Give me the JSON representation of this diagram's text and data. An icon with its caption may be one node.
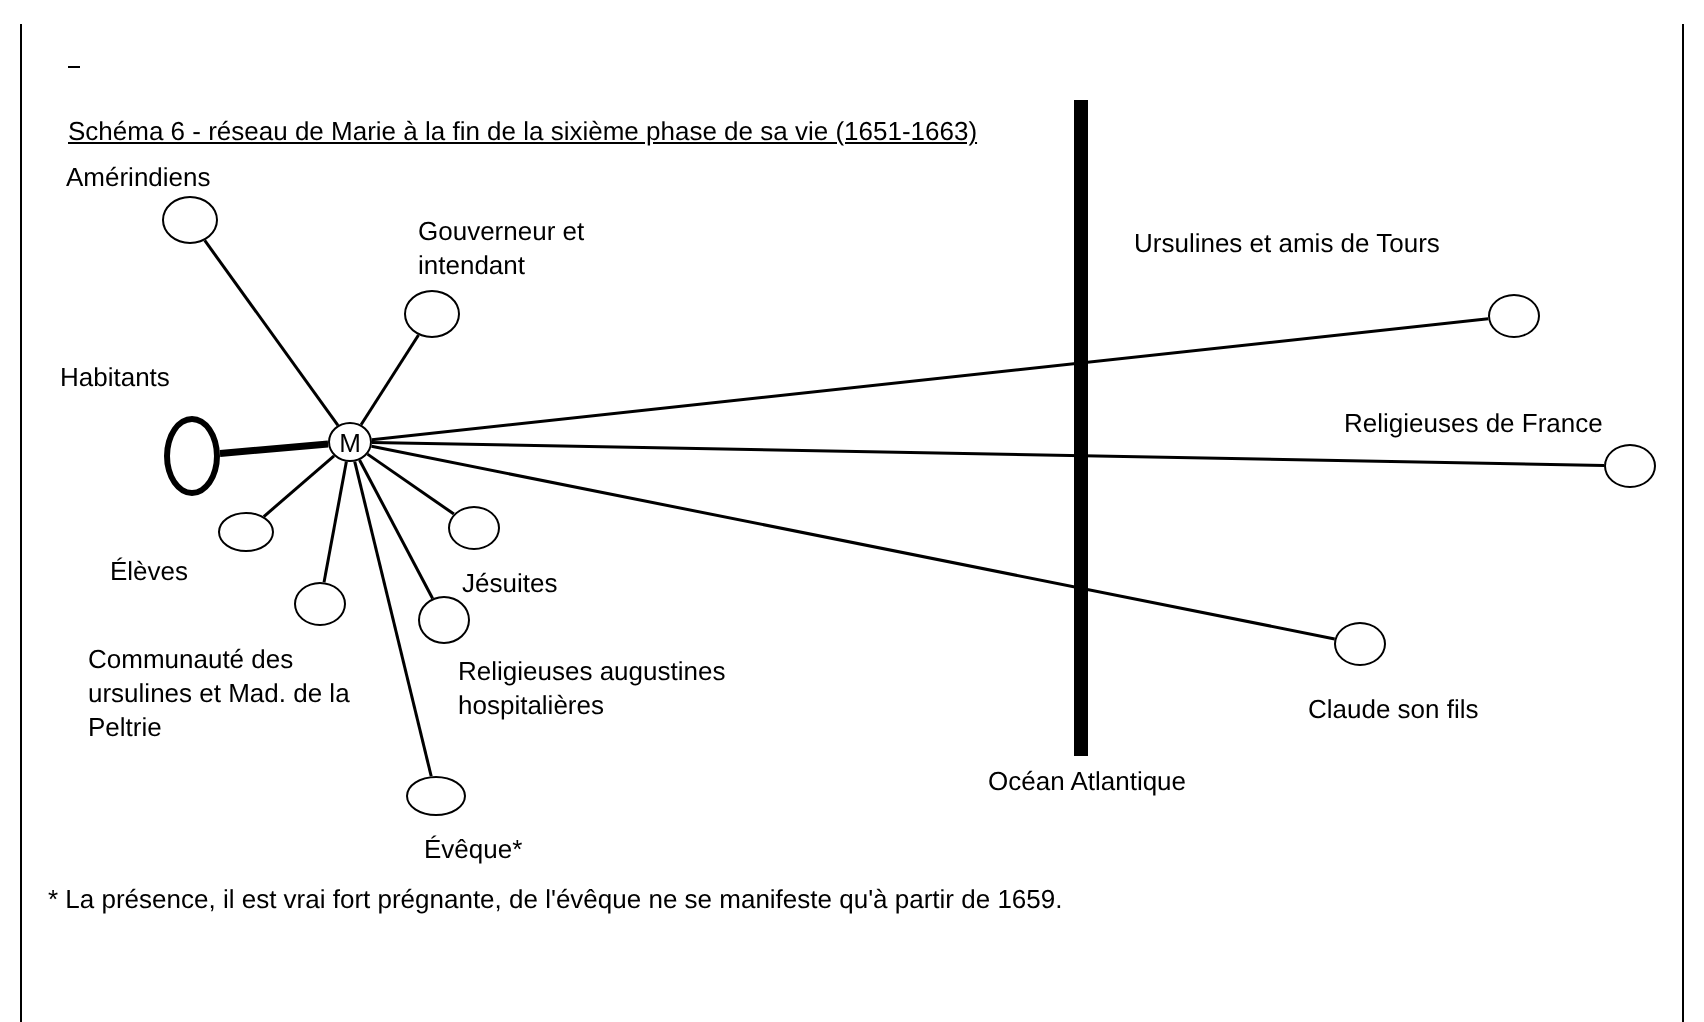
{
  "diagram": {
    "title": "Schéma 6 - réseau de Marie à la fin de la sixième phase de sa vie (1651-1663)",
    "nodes": [
      {
        "text": [
          "M"
        ]
      },
      {
        "text": [
          "Amérindiens"
        ]
      },
      {
        "text": [
          "Gouverneur et intendant"
        ]
      },
      {
        "text": [
          "Habitants"
        ]
      },
      {
        "text": [
          "Élèves"
        ]
      },
      {
        "text": [
          "Communauté des ursulines et Mad. de la Peltrie"
        ]
      },
      {
        "text": [
          "Jésuites"
        ]
      },
      {
        "text": [
          "Religieuses augustines hospitalières"
        ]
      },
      {
        "text": [
          "Évêque*"
        ]
      },
      {
        "text": [
          "Ursulines et amis de Tours"
        ]
      },
      {
        "text": [
          "Religieuses de France"
        ]
      },
      {
        "text": [
          "Claude son fils"
        ]
      }
    ],
    "edges": [
      {
        "from": 0,
        "to": 1,
        "arrow": "none"
      },
      {
        "from": 0,
        "to": 2,
        "arrow": "none"
      },
      {
        "from": 0,
        "to": 3,
        "arrow": "none",
        "style": "thick"
      },
      {
        "from": 0,
        "to": 4,
        "arrow": "none"
      },
      {
        "from": 0,
        "to": 5,
        "arrow": "none"
      },
      {
        "from": 0,
        "to": 6,
        "arrow": "none"
      },
      {
        "from": 0,
        "to": 7,
        "arrow": "none"
      },
      {
        "from": 0,
        "to": 8,
        "arrow": "none"
      },
      {
        "from": 0,
        "to": 9,
        "arrow": "none"
      },
      {
        "from": 0,
        "to": 10,
        "arrow": "none"
      },
      {
        "from": 0,
        "to": 11,
        "arrow": "none"
      }
    ],
    "labels": [
      "Océan Atlantique",
      "* La présence, il est vrai fort prégnante, de l'évêque ne se manifeste qu'à partir de 1659."
    ]
  }
}
